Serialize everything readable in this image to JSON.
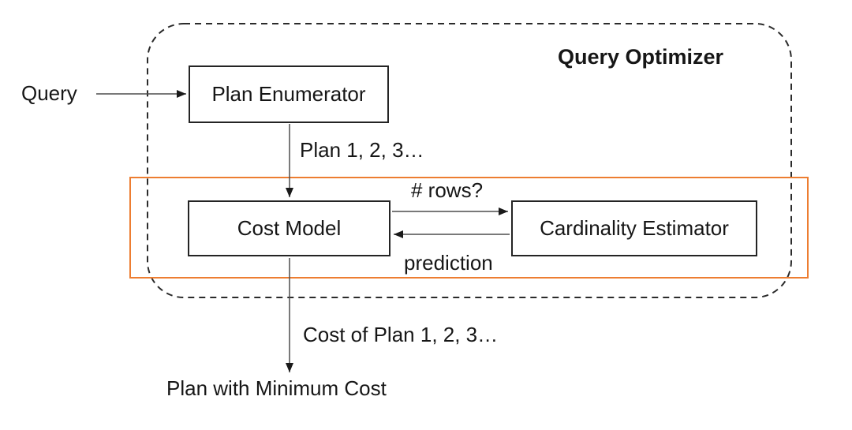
{
  "title": "Query Optimizer",
  "input_label": "Query",
  "output_label": "Plan with Minimum Cost",
  "nodes": {
    "plan_enumerator": "Plan Enumerator",
    "cost_model": "Cost Model",
    "cardinality_estimator": "Cardinality Estimator"
  },
  "edge_labels": {
    "plans": "Plan 1, 2, 3…",
    "rows_question": "# rows?",
    "prediction": "prediction",
    "cost_of_plans": "Cost of Plan 1, 2, 3…"
  },
  "colors": {
    "highlight": "#ED7D31",
    "boundary": "#2b2b2b",
    "arrow_line": "#4d4d4d",
    "arrow_head": "#1a1a1a"
  }
}
